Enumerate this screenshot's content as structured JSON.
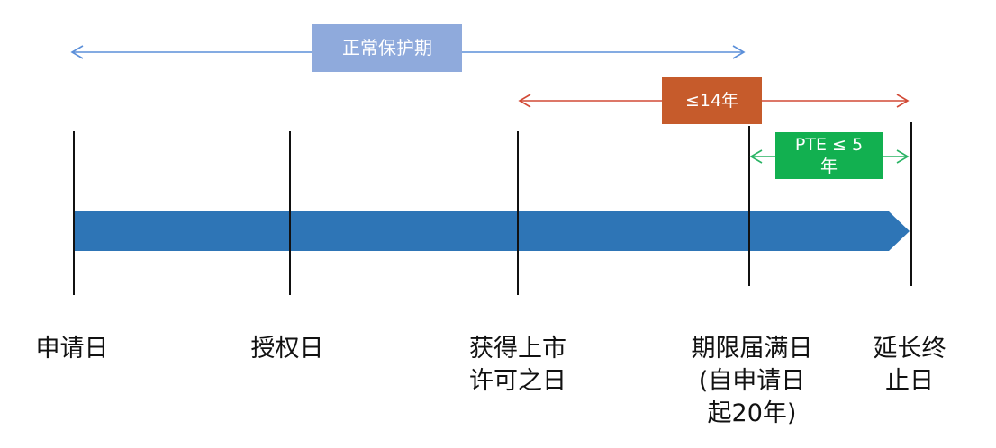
{
  "colors": {
    "timeline_bar": "#2E75B6",
    "normal_protection": "#8FAADC",
    "normal_protection_arrow": "#5B8FD9",
    "max_term": "#C65B2B",
    "max_term_arrow": "#D24A36",
    "pte": "#12B050",
    "pte_arrow": "#29B364",
    "tick": "#111111"
  },
  "ranges": {
    "normal_protection": "正常保护期",
    "max_term": "≤14年",
    "pte": "PTE ≤ 5\n年"
  },
  "milestones": {
    "application_date": "申请日",
    "grant_date": "授权日",
    "marketing_approval_date": "获得上市\n许可之日",
    "term_expiry_date": "期限届满日\n(自申请日\n起20年)",
    "extension_end_date": "延长终\n止日"
  }
}
